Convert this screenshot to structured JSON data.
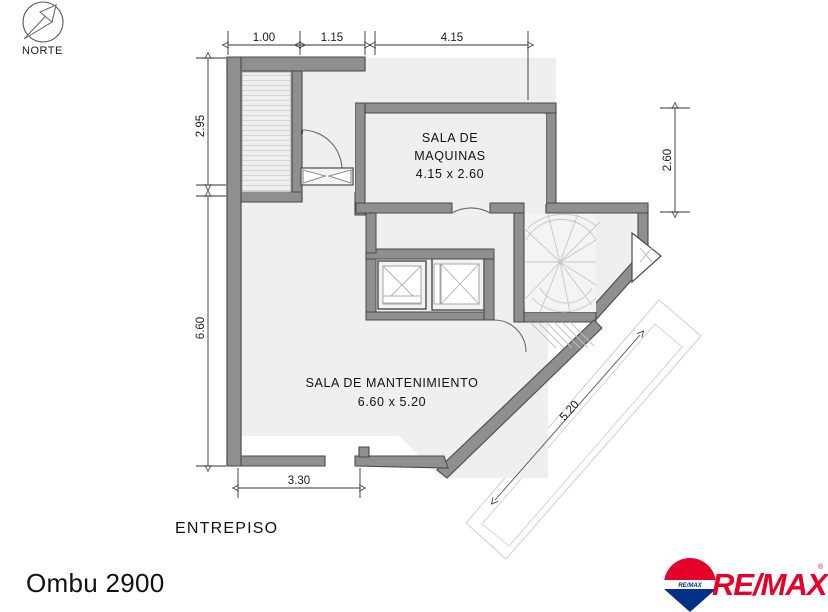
{
  "page": {
    "title": "Ombu 2900",
    "floor_label": "ENTREPISO",
    "compass_label": "NORTE",
    "background_color": "#ffffff"
  },
  "branding": {
    "name": "RE/MAX",
    "balloon_label": "RE/MAX",
    "trademark": "®",
    "red": "#e4002b",
    "blue": "#003087"
  },
  "plan": {
    "wall_fill": "#8f8f8f",
    "wall_stroke": "#4a4a4a",
    "room_fill": "#efefef",
    "dimension_color": "#333333",
    "rooms": [
      {
        "name": "SALA DE MAQUINAS",
        "line1": "SALA DE",
        "line2": "MAQUINAS",
        "area_label": "4.15 x 2.60",
        "width": "4.15",
        "depth": "2.60"
      },
      {
        "name": "SALA DE MANTENIMIENTO",
        "line1": "SALA DE MANTENIMIENTO",
        "area_label": "6.60 x 5.20",
        "width": "6.60",
        "depth": "5.20"
      }
    ],
    "dimensions": {
      "top": [
        "1.00",
        "1.15",
        "4.15"
      ],
      "left": [
        "2.95",
        "6.60"
      ],
      "right": [
        "2.60"
      ],
      "bottom": [
        "3.30"
      ],
      "diagonal": [
        "5.20"
      ]
    }
  }
}
